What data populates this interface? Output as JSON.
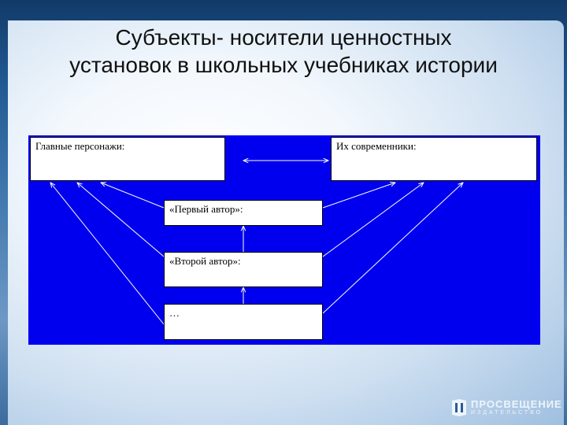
{
  "slide": {
    "title_line1": "Субъекты- носители ценностных",
    "title_line2": "установок в школьных учебниках истории"
  },
  "diagram": {
    "box_main_characters": "Главные персонажи:",
    "box_contemporaries": "Их современники:",
    "box_first_author": "«Первый автор»:",
    "box_second_author": "«Второй автор»:",
    "box_etc": "…"
  },
  "logo": {
    "name": "ПРОСВЕЩЕНИЕ",
    "subtitle": "ИЗДАТЕЛЬСТВО"
  },
  "colors": {
    "diagram_background": "#0000ee",
    "box_fill": "#ffffff"
  }
}
